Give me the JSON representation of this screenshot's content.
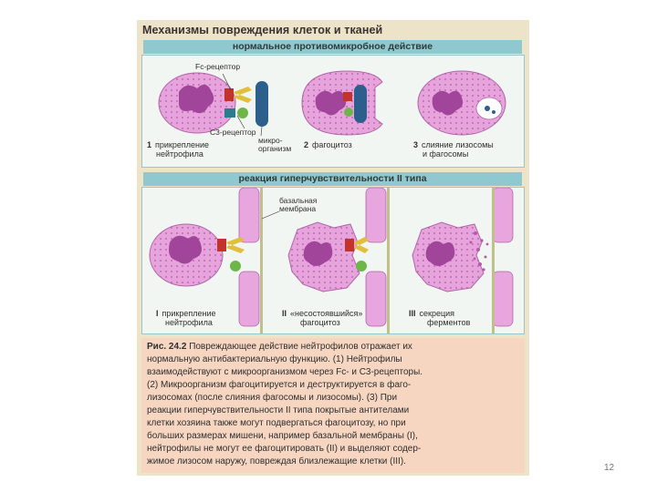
{
  "slide": {
    "title": "Механизмы повреждения клеток и тканей",
    "page_number": "12"
  },
  "panel_top": {
    "header": "нормальное противомикробное действие",
    "annotations": {
      "fc_receptor": "Fc-рецептор",
      "c3_receptor": "C3-рецептор",
      "microorganism_line1": "микро-",
      "microorganism_line2": "организм"
    },
    "steps": [
      {
        "num": "1",
        "line1": "прикрепление",
        "line2": "нейтрофила"
      },
      {
        "num": "2",
        "line1": "фагоцитоз",
        "line2": ""
      },
      {
        "num": "3",
        "line1": "слияние лизосомы",
        "line2": "и фагосомы"
      }
    ]
  },
  "panel_bottom": {
    "header": "реакция гиперчувствительности II типа",
    "annotations": {
      "basal_membrane_line1": "базальная",
      "basal_membrane_line2": "мембрана"
    },
    "steps": [
      {
        "num": "I",
        "line1": "прикрепление",
        "line2": "нейтрофила"
      },
      {
        "num": "II",
        "line1": "«несостоявшийся»",
        "line2": "фагоцитоз"
      },
      {
        "num": "III",
        "line1": "секреция",
        "line2": "ферментов"
      }
    ]
  },
  "caption": {
    "figure_label": "Рис. 24.2",
    "lines": [
      "Повреждающее действие нейтрофилов отражает их",
      "нормальную антибактериальную функцию. (1) Нейтрофилы",
      "взаимодействуют с микроорганизмом через Fc- и C3-рецепторы.",
      "(2) Микроорганизм фагоцитируется и деструктируется в фаго-",
      "лизосомах (после слияния фагосомы и лизосомы). (3) При",
      "реакции гиперчувствительности II типа покрытые антителами",
      "клетки хозяина также могут подвергаться фагоцитозу, но при",
      "больших размерах мишени, например базальной мембраны (I),",
      "нейтрофилы не могут ее фагоцитировать (II) и выделяют содер-",
      "жимое лизосом наружу, повреждая близлежащие клетки (III)."
    ]
  },
  "colors": {
    "frame": "#ece3c9",
    "panel_header": "#8fc9cf",
    "caption_bg": "#f6d5c1",
    "cell_body": "#e6a3dc",
    "nucleus": "#a1459a",
    "receptor_red": "#c2332b",
    "receptor_yellow": "#e2bf3b",
    "microorganism": "#2d5f8c",
    "receptor_green": "#6eb64a"
  }
}
